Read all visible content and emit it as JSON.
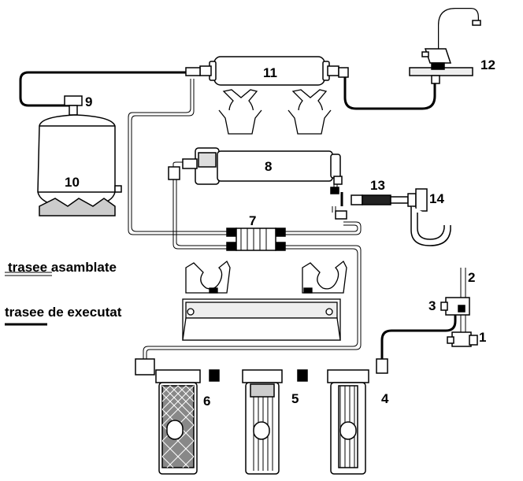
{
  "labels": {
    "n1": "1",
    "n2": "2",
    "n3": "3",
    "n4": "4",
    "n5": "5",
    "n6": "6",
    "n7": "7",
    "n8": "8",
    "n9": "9",
    "n10": "10",
    "n11": "11",
    "n12": "12",
    "n13": "13",
    "n14": "14"
  },
  "legend": {
    "assembled": "trasee asamblate",
    "to_execute": "trasee de executat"
  }
}
